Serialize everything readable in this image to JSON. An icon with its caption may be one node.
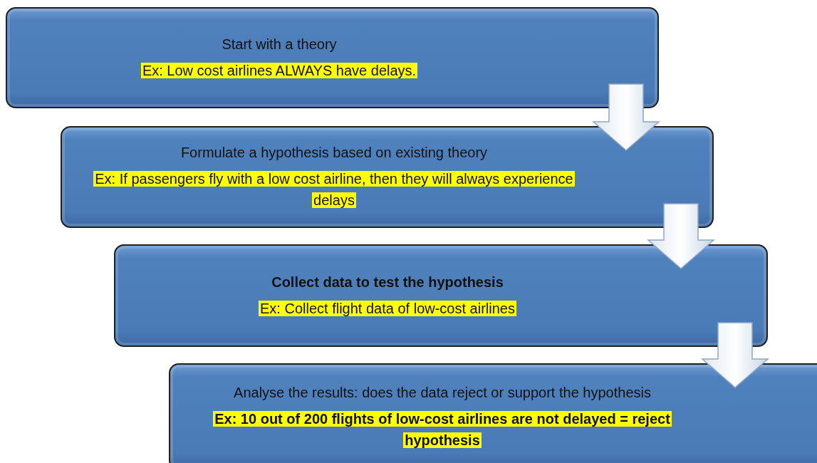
{
  "diagram": {
    "nodes": [
      {
        "text": [
          "Start with a theory",
          "Ex: Low cost airlines ALWAYS have delays."
        ]
      },
      {
        "text": [
          "Formulate a hypothesis based on existing theory",
          "Ex: If passengers fly with a low cost airline, then they will always experience delays"
        ]
      },
      {
        "text": [
          "Collect data to test the hypothesis",
          "Ex: Collect flight data of low-cost airlines"
        ]
      },
      {
        "text": [
          "Analyse the results: does the data reject or support the hypothesis",
          "Ex: 10 out of 200 flights of low-cost airlines are not delayed = reject hypothesis"
        ]
      }
    ],
    "edges": [
      {
        "from": 0,
        "to": 1,
        "arrow": "to"
      },
      {
        "from": 1,
        "to": 2,
        "arrow": "to"
      },
      {
        "from": 2,
        "to": 3,
        "arrow": "to"
      }
    ]
  }
}
